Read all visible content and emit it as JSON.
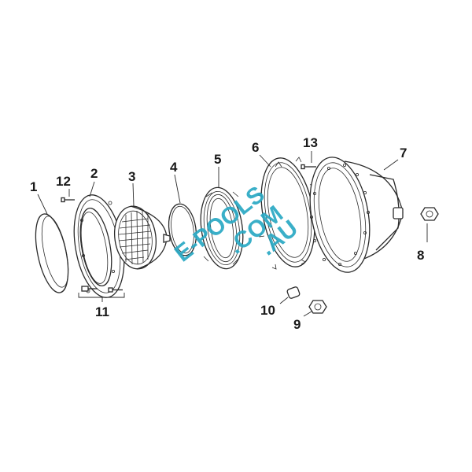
{
  "watermark": {
    "line1": "E-POOLS",
    "line2": ".COM",
    "line3": ".AU",
    "color": "#2aa9c4"
  },
  "callouts": [
    {
      "id": "1",
      "label": "1"
    },
    {
      "id": "2",
      "label": "2"
    },
    {
      "id": "3",
      "label": "3"
    },
    {
      "id": "4",
      "label": "4"
    },
    {
      "id": "5",
      "label": "5"
    },
    {
      "id": "6",
      "label": "6"
    },
    {
      "id": "7",
      "label": "7"
    },
    {
      "id": "8",
      "label": "8"
    },
    {
      "id": "9",
      "label": "9"
    },
    {
      "id": "10",
      "label": "10"
    },
    {
      "id": "11",
      "label": "11"
    },
    {
      "id": "12",
      "label": "12"
    },
    {
      "id": "13",
      "label": "13"
    }
  ]
}
